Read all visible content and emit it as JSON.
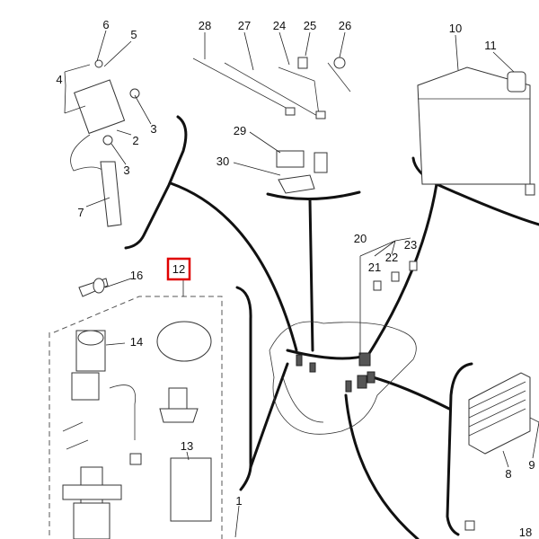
{
  "diagram": {
    "callouts": [
      "6",
      "5",
      "4",
      "3",
      "2",
      "3",
      "7",
      "28",
      "27",
      "24",
      "25",
      "26",
      "29",
      "30",
      "10",
      "11",
      "16",
      "12",
      "14",
      "13",
      "1",
      "20",
      "21",
      "22",
      "23",
      "8",
      "9",
      "18"
    ],
    "highlighted_callout": "12",
    "highlight_color": "#e00000"
  }
}
